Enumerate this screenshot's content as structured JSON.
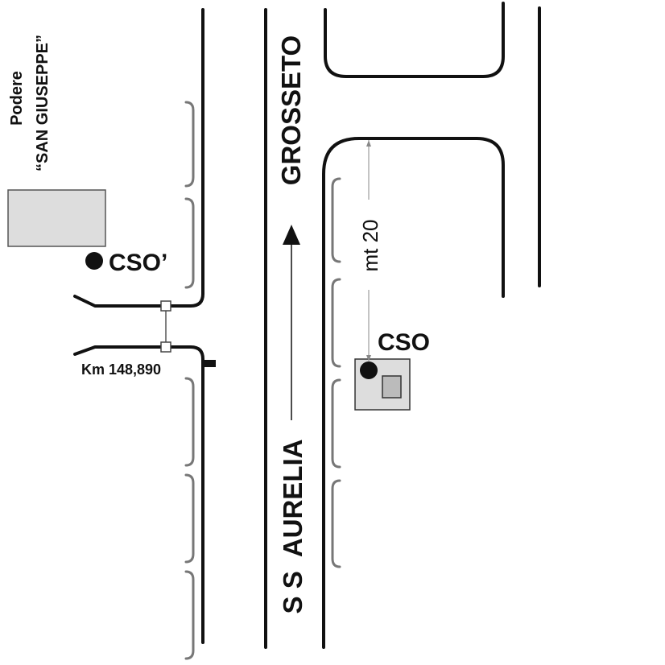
{
  "road": {
    "name_north": "GROSSETO",
    "name_south": "S S  AURELIA",
    "direction_arrow": "arrow-north"
  },
  "farm": {
    "line1": "Podere",
    "line2": "“SAN GIUSEPPE”"
  },
  "markers": {
    "cso_prime": "CSO’",
    "cso": "CSO"
  },
  "distance_label": "mt 20",
  "km_label": "Km 148,890",
  "colors": {
    "line": "#111111",
    "guardrail": "#777777",
    "building_fill": "#dddddd",
    "building_stroke": "#555555"
  }
}
